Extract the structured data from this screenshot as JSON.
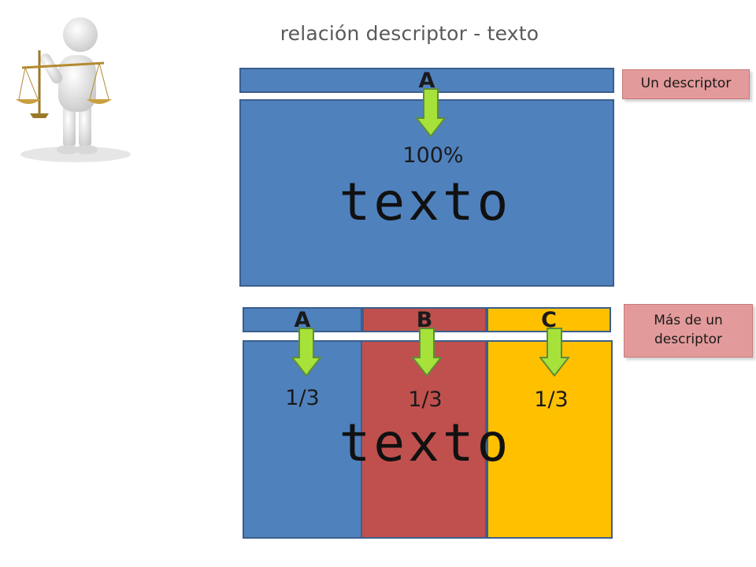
{
  "title": "relación descriptor - texto",
  "colors": {
    "blue": "#4f81bd",
    "red": "#c0504d",
    "yellow": "#ffc000",
    "arrow": "#a6e23a",
    "note": "#e39a9a"
  },
  "icons": {
    "figure": "person-with-scales-icon",
    "arrow": "down-arrow-icon"
  },
  "top": {
    "descriptor": "A",
    "percent": "100%",
    "text": "texto",
    "note": "Un descriptor"
  },
  "bottom": {
    "descriptors": [
      {
        "label": "A",
        "share": "1/3"
      },
      {
        "label": "B",
        "share": "1/3"
      },
      {
        "label": "C",
        "share": "1/3"
      }
    ],
    "text": "texto",
    "note": "Más de un descriptor"
  }
}
